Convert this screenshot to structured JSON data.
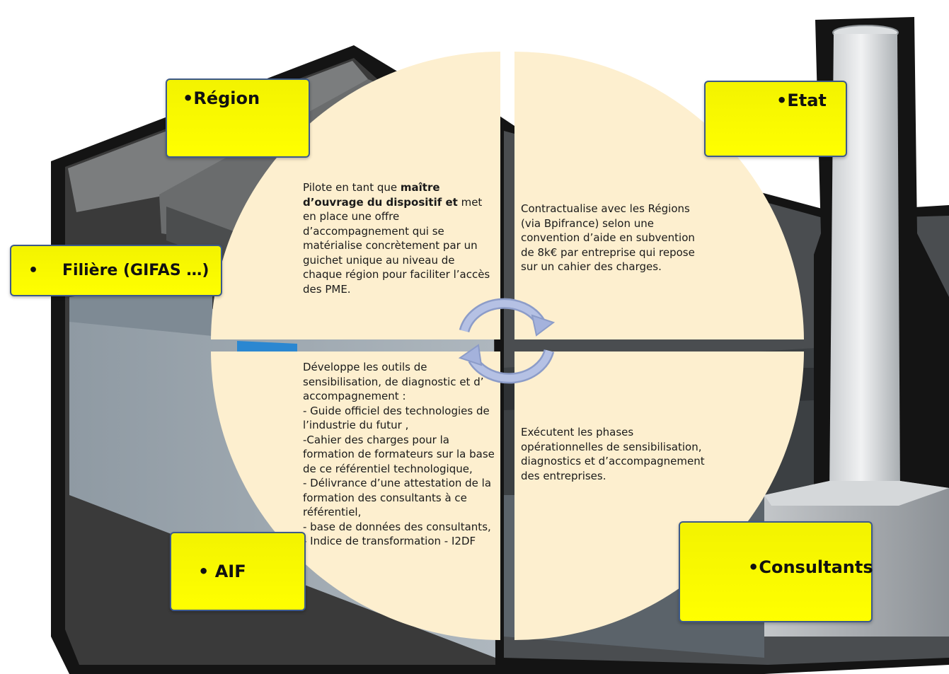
{
  "labels": {
    "region": "•Région",
    "etat": "•Etat",
    "filiere_bullet": "•",
    "filiere": "Filière (GIFAS …)",
    "aif": "• AIF",
    "consultants": "•Consultants"
  },
  "quadrants": {
    "region": {
      "pre": "Pilote en tant que ",
      "bold": "maître d’ouvrage du dispositif et",
      "post": " met en place une offre d’accompagnement qui se matérialise concrètement par un guichet unique au niveau de chaque région pour faciliter l’accès des PME."
    },
    "etat": "Contractualise avec les Régions (via Bpifrance) selon une convention d’aide en subvention de 8k€ par entreprise  qui repose sur un cahier des charges.",
    "aif": "Développe les outils de sensibilisation, de diagnostic et d’ accompagnement :\n- Guide officiel des technologies de l’industrie du futur ,\n-Cahier des charges pour la formation de formateurs sur la base de ce référentiel technologique,\n- Délivrance d’une attestation de la formation des consultants à ce référentiel,\n- base de données des consultants,\n- Indice de transformation - I2DF",
    "consultants": "Exécutent les phases opérationnelles de sensibilisation, diagnostics et d’accompagnement des entreprises."
  },
  "colors": {
    "quadrant_fill": "#fdefcf",
    "label_fill": "#ffff00",
    "label_border": "#3d5a8a",
    "cycle_arrows": "#a4b2dc"
  }
}
